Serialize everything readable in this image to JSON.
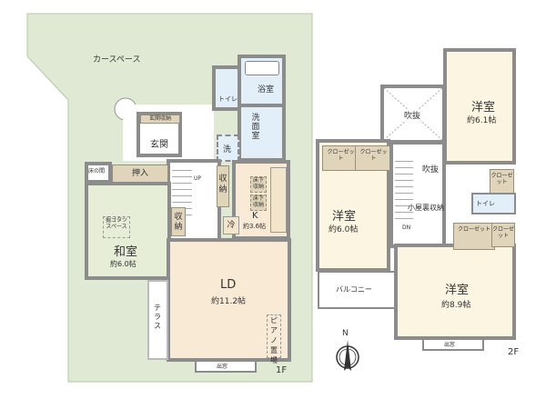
{
  "floor1": {
    "label": "1F",
    "car_space": "カースペース",
    "genkan_storage": "玄関収納",
    "genkan": "玄関",
    "toilet": "トイレ",
    "bath": "浴室",
    "washroom": "洗面室",
    "washer": "洗",
    "tokonoma": "床の間",
    "oshiire": "押入",
    "up": "UP",
    "storage1": "収納",
    "storage2": "収納",
    "underfloor1": "床下収納",
    "underfloor2": "床下収納",
    "fridge": "冷",
    "kitchen": "K",
    "kitchen_size": "約3.6帖",
    "kotatsu": "掘ゴタツスペース",
    "washitsu": "和室",
    "washitsu_size": "約6.0帖",
    "ld": "LD",
    "ld_size": "約11.2帖",
    "piano": "ピアノ置場",
    "terrace": "テラス",
    "bay_window": "出窓"
  },
  "floor2": {
    "label": "2F",
    "fukinuke1": "吹抜",
    "fukinuke2": "吹抜",
    "room1": "洋室",
    "room1_size": "約6.1帖",
    "closet_a": "クローゼット",
    "closet_b": "クローゼット",
    "closet_c": "クローゼット",
    "closet_d": "クローゼット",
    "closet_e": "クローゼット",
    "room2": "洋室",
    "room2_size": "約6.0帖",
    "attic_storage": "小屋裏収納",
    "toilet": "トイレ",
    "dn": "DN",
    "balcony": "バルコニー",
    "room3": "洋室",
    "room3_size": "約8.9帖",
    "bay_window": "出窓"
  },
  "compass": {
    "north": "N"
  },
  "colors": {
    "car_space": "#dfe9d3",
    "wall": "#8c8c8c",
    "ld": "#f8ead5",
    "wet": "#e3eff8",
    "washitsu": "#e6eed8",
    "storage": "#e0d4ba"
  }
}
